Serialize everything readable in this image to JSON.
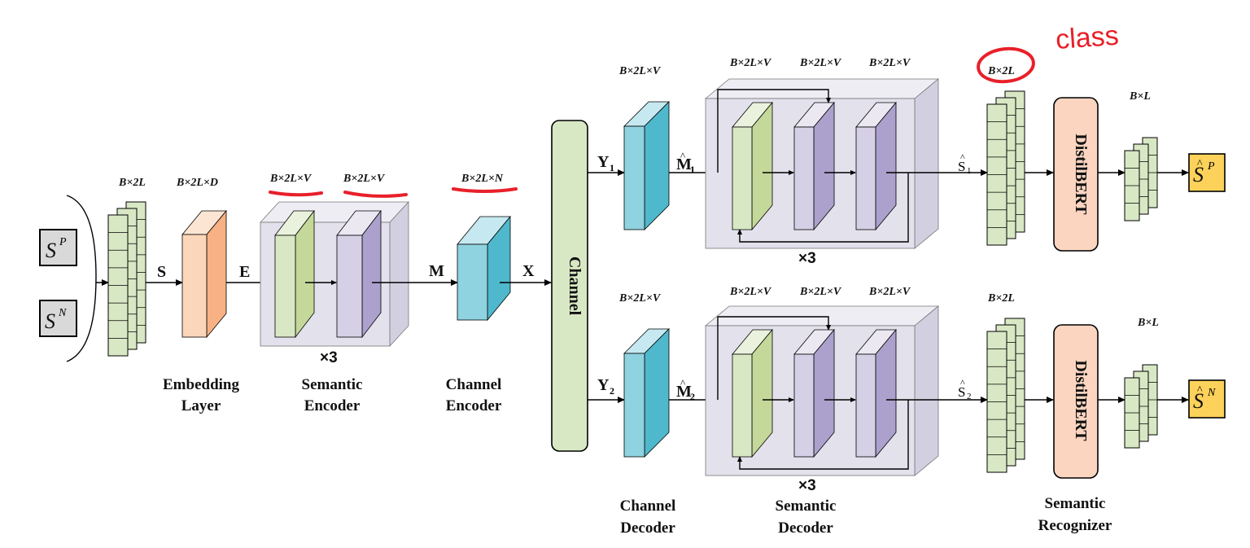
{
  "input": {
    "sp_base": "S",
    "sp_sup": "P",
    "sn_base": "S",
    "sn_sup": "N"
  },
  "dims": {
    "b2l": "B×2L",
    "b2ld": "B×2L×D",
    "b2lv": "B×2L×V",
    "b2ln": "B×2L×N",
    "bl": "B×L"
  },
  "signals": {
    "s": "S",
    "e": "E",
    "m": "M",
    "x": "X",
    "y1": "Y",
    "y1_sub": "1",
    "y2": "Y",
    "y2_sub": "2",
    "m1": "M",
    "m1_sub": "1",
    "m_hat": "^",
    "m2": "M",
    "m2_sub": "2",
    "s1": "S",
    "s1_sub": "1",
    "s_hat": "^",
    "s2": "S",
    "s2_sub": "2"
  },
  "repeat": "×3",
  "labels": {
    "embedding_l1": "Embedding",
    "embedding_l2": "Layer",
    "sem_enc_l1": "Semantic",
    "sem_enc_l2": "Encoder",
    "ch_enc_l1": "Channel",
    "ch_enc_l2": "Encoder",
    "ch_dec_l1": "Channel",
    "ch_dec_l2": "Decoder",
    "sem_dec_l1": "Semantic",
    "sem_dec_l2": "Decoder",
    "sem_rec_l1": "Semantic",
    "sem_rec_l2": "Recognizer"
  },
  "channel": "Channel",
  "distilbert": "DistilBERT",
  "outputs": {
    "sp_base": "S",
    "sp_sup": "P",
    "sn_base": "S",
    "sn_sup": "N"
  },
  "annotation": "class",
  "colors": {
    "green": "#d8e8c4",
    "green_dark": "#c4d89a",
    "purple": "#d6d0e6",
    "purple_dark": "#aca1cc",
    "orange": "#fcd6ba",
    "orange_dark": "#f7b184",
    "teal": "#8fd2e0",
    "teal_dark": "#4fb8cc",
    "distilbert": "#fbd5c0",
    "output_box": "#fcd25a",
    "input_box": "#d9d9d9",
    "container": "#e2e1ec",
    "annotation": "#e8202a"
  }
}
